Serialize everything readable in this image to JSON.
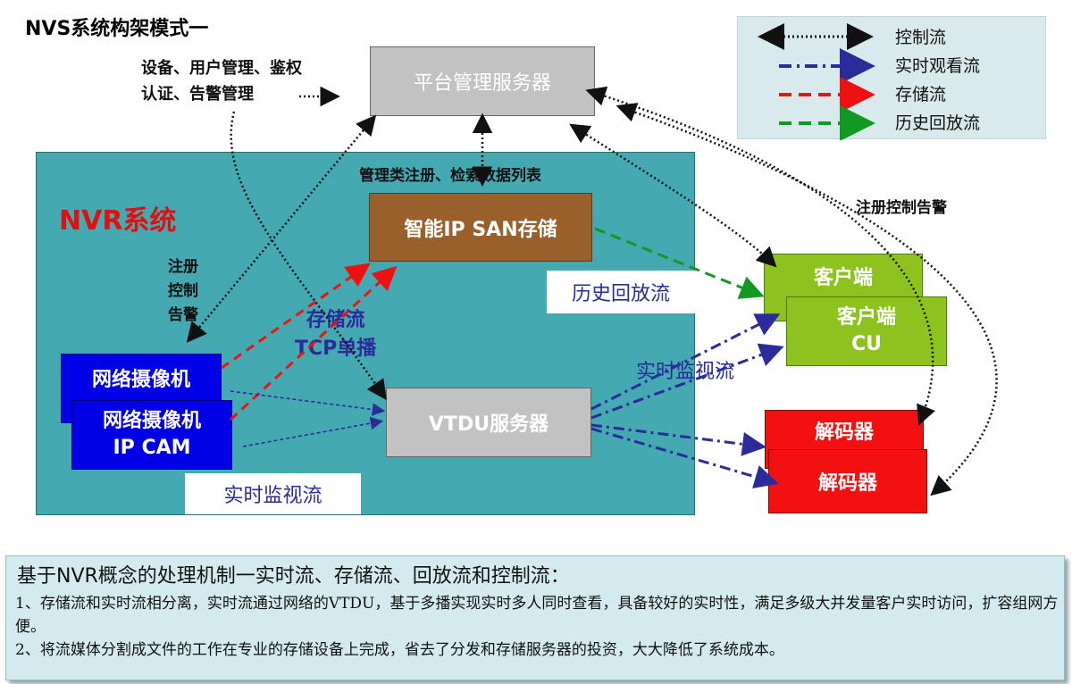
{
  "title": "NVS系统构架模式一",
  "nvr_title": "NVR系统",
  "nodes": {
    "platform": "平台管理服务器",
    "ipsan": "智能IP SAN存储",
    "vtdu": "VTDU服务器",
    "camera_back": "网络摄像机",
    "camera_front_line1": "网络摄像机",
    "camera_front_line2": "IP CAM",
    "client_back": "客户端",
    "client_front_line1": "客户端",
    "client_front_line2": "CU",
    "decoder_back": "解码器",
    "decoder_front": "解码器"
  },
  "labels": {
    "device_user_line1": "设备、用户管理、鉴权",
    "device_user_line2": "认证、告警管理",
    "mgmt_register": "管理类注册、检索数据列表",
    "register_control_alarm": "注册控制告警",
    "zhuce_1": "注册",
    "zhuce_2": "控制",
    "zhuce_3": "告警",
    "storage_flow": "存储流",
    "tcp_unicast": "TCP单播",
    "history_playback": "历史回放流",
    "realtime_monitor_right": "实时监视流",
    "realtime_monitor_bottom": "实时监视流"
  },
  "legend": [
    {
      "label": "控制流",
      "style": "dotted",
      "color": "#111111"
    },
    {
      "label": "实时观看流",
      "style": "dashdot",
      "color": "#2b2b9a"
    },
    {
      "label": "存储流",
      "style": "dashed",
      "color": "#ee1111"
    },
    {
      "label": "历史回放流",
      "style": "dashed",
      "color": "#119922"
    }
  ],
  "bottom": {
    "title": "基于NVR概念的处理机制一实时流、存储流、回放流和控制流：",
    "point1": "1、存储流和实时流相分离，实时流通过网络的VTDU，基于多播实现实时多人同时查看，具备较好的实时性，满足多级大并发量客户实时访问，扩容组网方便。",
    "point2": "2、将流媒体分割成文件的工作在专业的存储设备上完成，省去了分发和存储服务器的投资，大大降低了系统成本。"
  },
  "colors": {
    "nvr_area": "#45a9b1",
    "control": "#111111",
    "realtime": "#2b2b9a",
    "storage": "#ee1111",
    "history": "#119922"
  }
}
